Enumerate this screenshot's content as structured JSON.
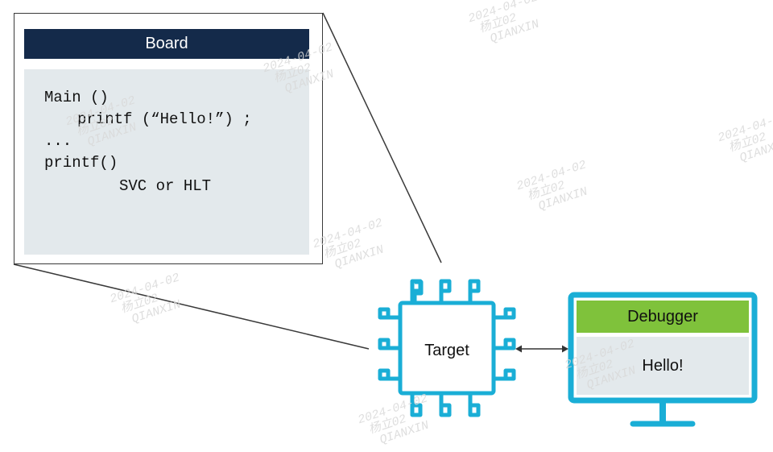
{
  "board": {
    "title": "Board",
    "code_lines": [
      "Main ()",
      "printf (“Hello!”) ;",
      "...",
      "printf()",
      "SVC or HLT"
    ]
  },
  "target": {
    "label": "Target"
  },
  "debugger": {
    "title": "Debugger",
    "output": "Hello!"
  },
  "watermark": {
    "date": "2024-04-02",
    "name": "杨立02",
    "org": "QIANXIN"
  },
  "colors": {
    "board_header": "#142a4a",
    "code_panel": "#e3e9ec",
    "chip_outline": "#1aaed6",
    "debugger_header": "#7fc23b"
  }
}
